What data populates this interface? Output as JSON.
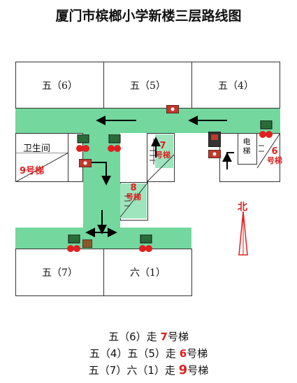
{
  "title": "厦门市槟榔小学新楼三层路线图",
  "rooms": {
    "top_left": "五（6）",
    "top_mid": "五（5）",
    "top_right": "五（4）",
    "bottom_left": "五（7）",
    "bottom_mid": "六（1）",
    "restroom": "卫生间"
  },
  "stairs": {
    "s9": "9号梯",
    "s7_num": "7",
    "s7_text": "号梯",
    "s8_num": "8",
    "s8_text": "号梯",
    "s6_num": "6",
    "s6_text": "号梯"
  },
  "elevator": "电梯",
  "north": "北",
  "legend": [
    {
      "prefix": "五（6）走 ",
      "num": "7",
      "suffix": "号梯"
    },
    {
      "prefix": "五（4）五（5）走 ",
      "num": "6",
      "suffix": "号梯"
    },
    {
      "prefix": "五（7）六（1）走 ",
      "num": "9",
      "suffix": "号梯"
    }
  ],
  "colors": {
    "corridor": "#73d79e",
    "stair_red": "#e02020",
    "arrow": "#000000"
  }
}
